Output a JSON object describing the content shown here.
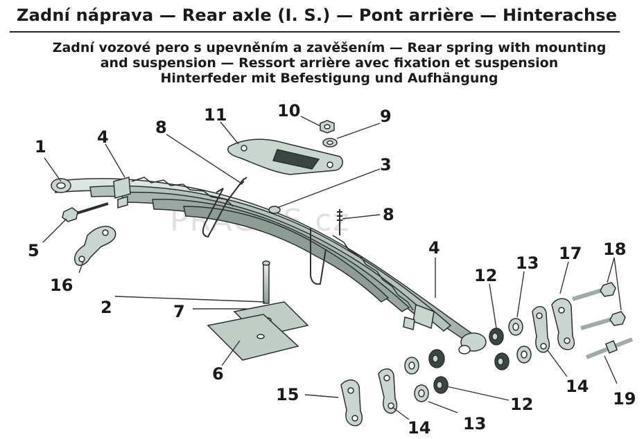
{
  "title": "Zadní náprava — Rear axle (I. S.) — Pont arrière — Hinterachse",
  "subtitle": [
    "Zadní vozové pero s upevněním a zavěšením — Rear spring with mounting",
    "and suspension — Ressort arrière avec fixation et suspension",
    "Hinterfeder mit Befestigung und Aufhängung"
  ],
  "watermark": "PRAGOS.cz",
  "callouts": {
    "c1": "1",
    "c2": "2",
    "c3": "3",
    "c4a": "4",
    "c4b": "4",
    "c5": "5",
    "c6": "6",
    "c7": "7",
    "c8a": "8",
    "c8b": "8",
    "c9": "9",
    "c10": "10",
    "c11": "11",
    "c12a": "12",
    "c12b": "12",
    "c13a": "13",
    "c13b": "13",
    "c14a": "14",
    "c14b": "14",
    "c15": "15",
    "c16": "16",
    "c17": "17",
    "c18": "18",
    "c19": "19"
  },
  "colors": {
    "part_fill": "#c9d5cf",
    "part_dark": "#3c4542",
    "outline": "#2a2f2d",
    "text": "#1a1a1a"
  }
}
